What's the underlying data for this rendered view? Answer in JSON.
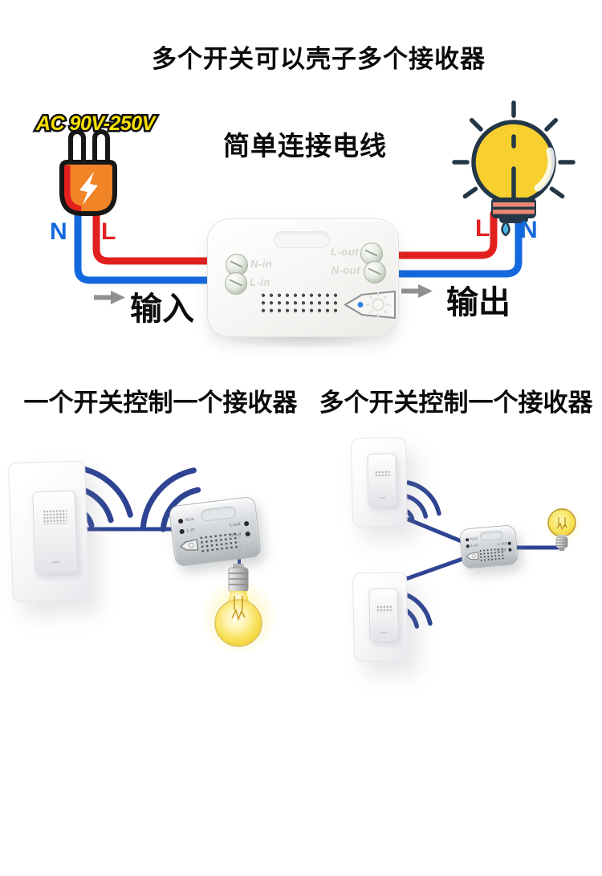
{
  "title": "多个开关可以壳子多个接收器",
  "top_diagram": {
    "ac_label": "AC 90V-250V",
    "subtitle": "简单连接电线",
    "input_label": "输入",
    "output_label": "输出",
    "plug_n": "N",
    "plug_l": "L",
    "bulb_l": "L",
    "bulb_n": "N",
    "terminals": {
      "n_in": "N-in",
      "l_in": "L-in",
      "l_out": "L-out",
      "n_out": "N-out"
    }
  },
  "bottom_diagrams": {
    "left_heading": "一个开关控制一个接收器",
    "right_heading": "多个开关控制一个接收器"
  },
  "colors": {
    "wire_red": "#e2201e",
    "wire_blue": "#1468dd",
    "wifi_blue": "#2e4493",
    "plug_orange": "#f08426",
    "ac_yellow": "#f8e000",
    "bulb_yellow": "#f7cf2e",
    "bulb_outline": "#233747",
    "base_salmon": "#e98874",
    "arrow_gray": "#8e9091"
  }
}
